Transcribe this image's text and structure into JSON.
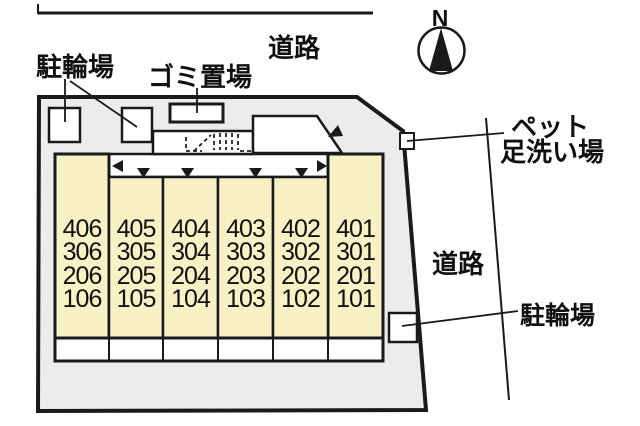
{
  "diagram": {
    "type": "site-plan",
    "compass": {
      "north_label": "N"
    },
    "labels": {
      "bicycle_parking_top": "駐輪場",
      "garbage_area": "ゴミ置場",
      "road_top": "道路",
      "road_right": "道路",
      "pet_wash_line1": "ペット",
      "pet_wash_line2": "足洗い場",
      "bicycle_parking_right": "駐輪場"
    },
    "colors": {
      "unit_fill": "#f9f1c6",
      "site_fill": "#ececec",
      "line": "#1a1a1a",
      "background": "#ffffff"
    },
    "units": {
      "columns": [
        {
          "rooms": [
            "406",
            "306",
            "206",
            "106"
          ]
        },
        {
          "rooms": [
            "405",
            "305",
            "205",
            "105"
          ]
        },
        {
          "rooms": [
            "404",
            "304",
            "204",
            "104"
          ]
        },
        {
          "rooms": [
            "403",
            "303",
            "203",
            "103"
          ]
        },
        {
          "rooms": [
            "402",
            "302",
            "202",
            "102"
          ]
        },
        {
          "rooms": [
            "401",
            "301",
            "201",
            "101"
          ]
        }
      ]
    }
  }
}
